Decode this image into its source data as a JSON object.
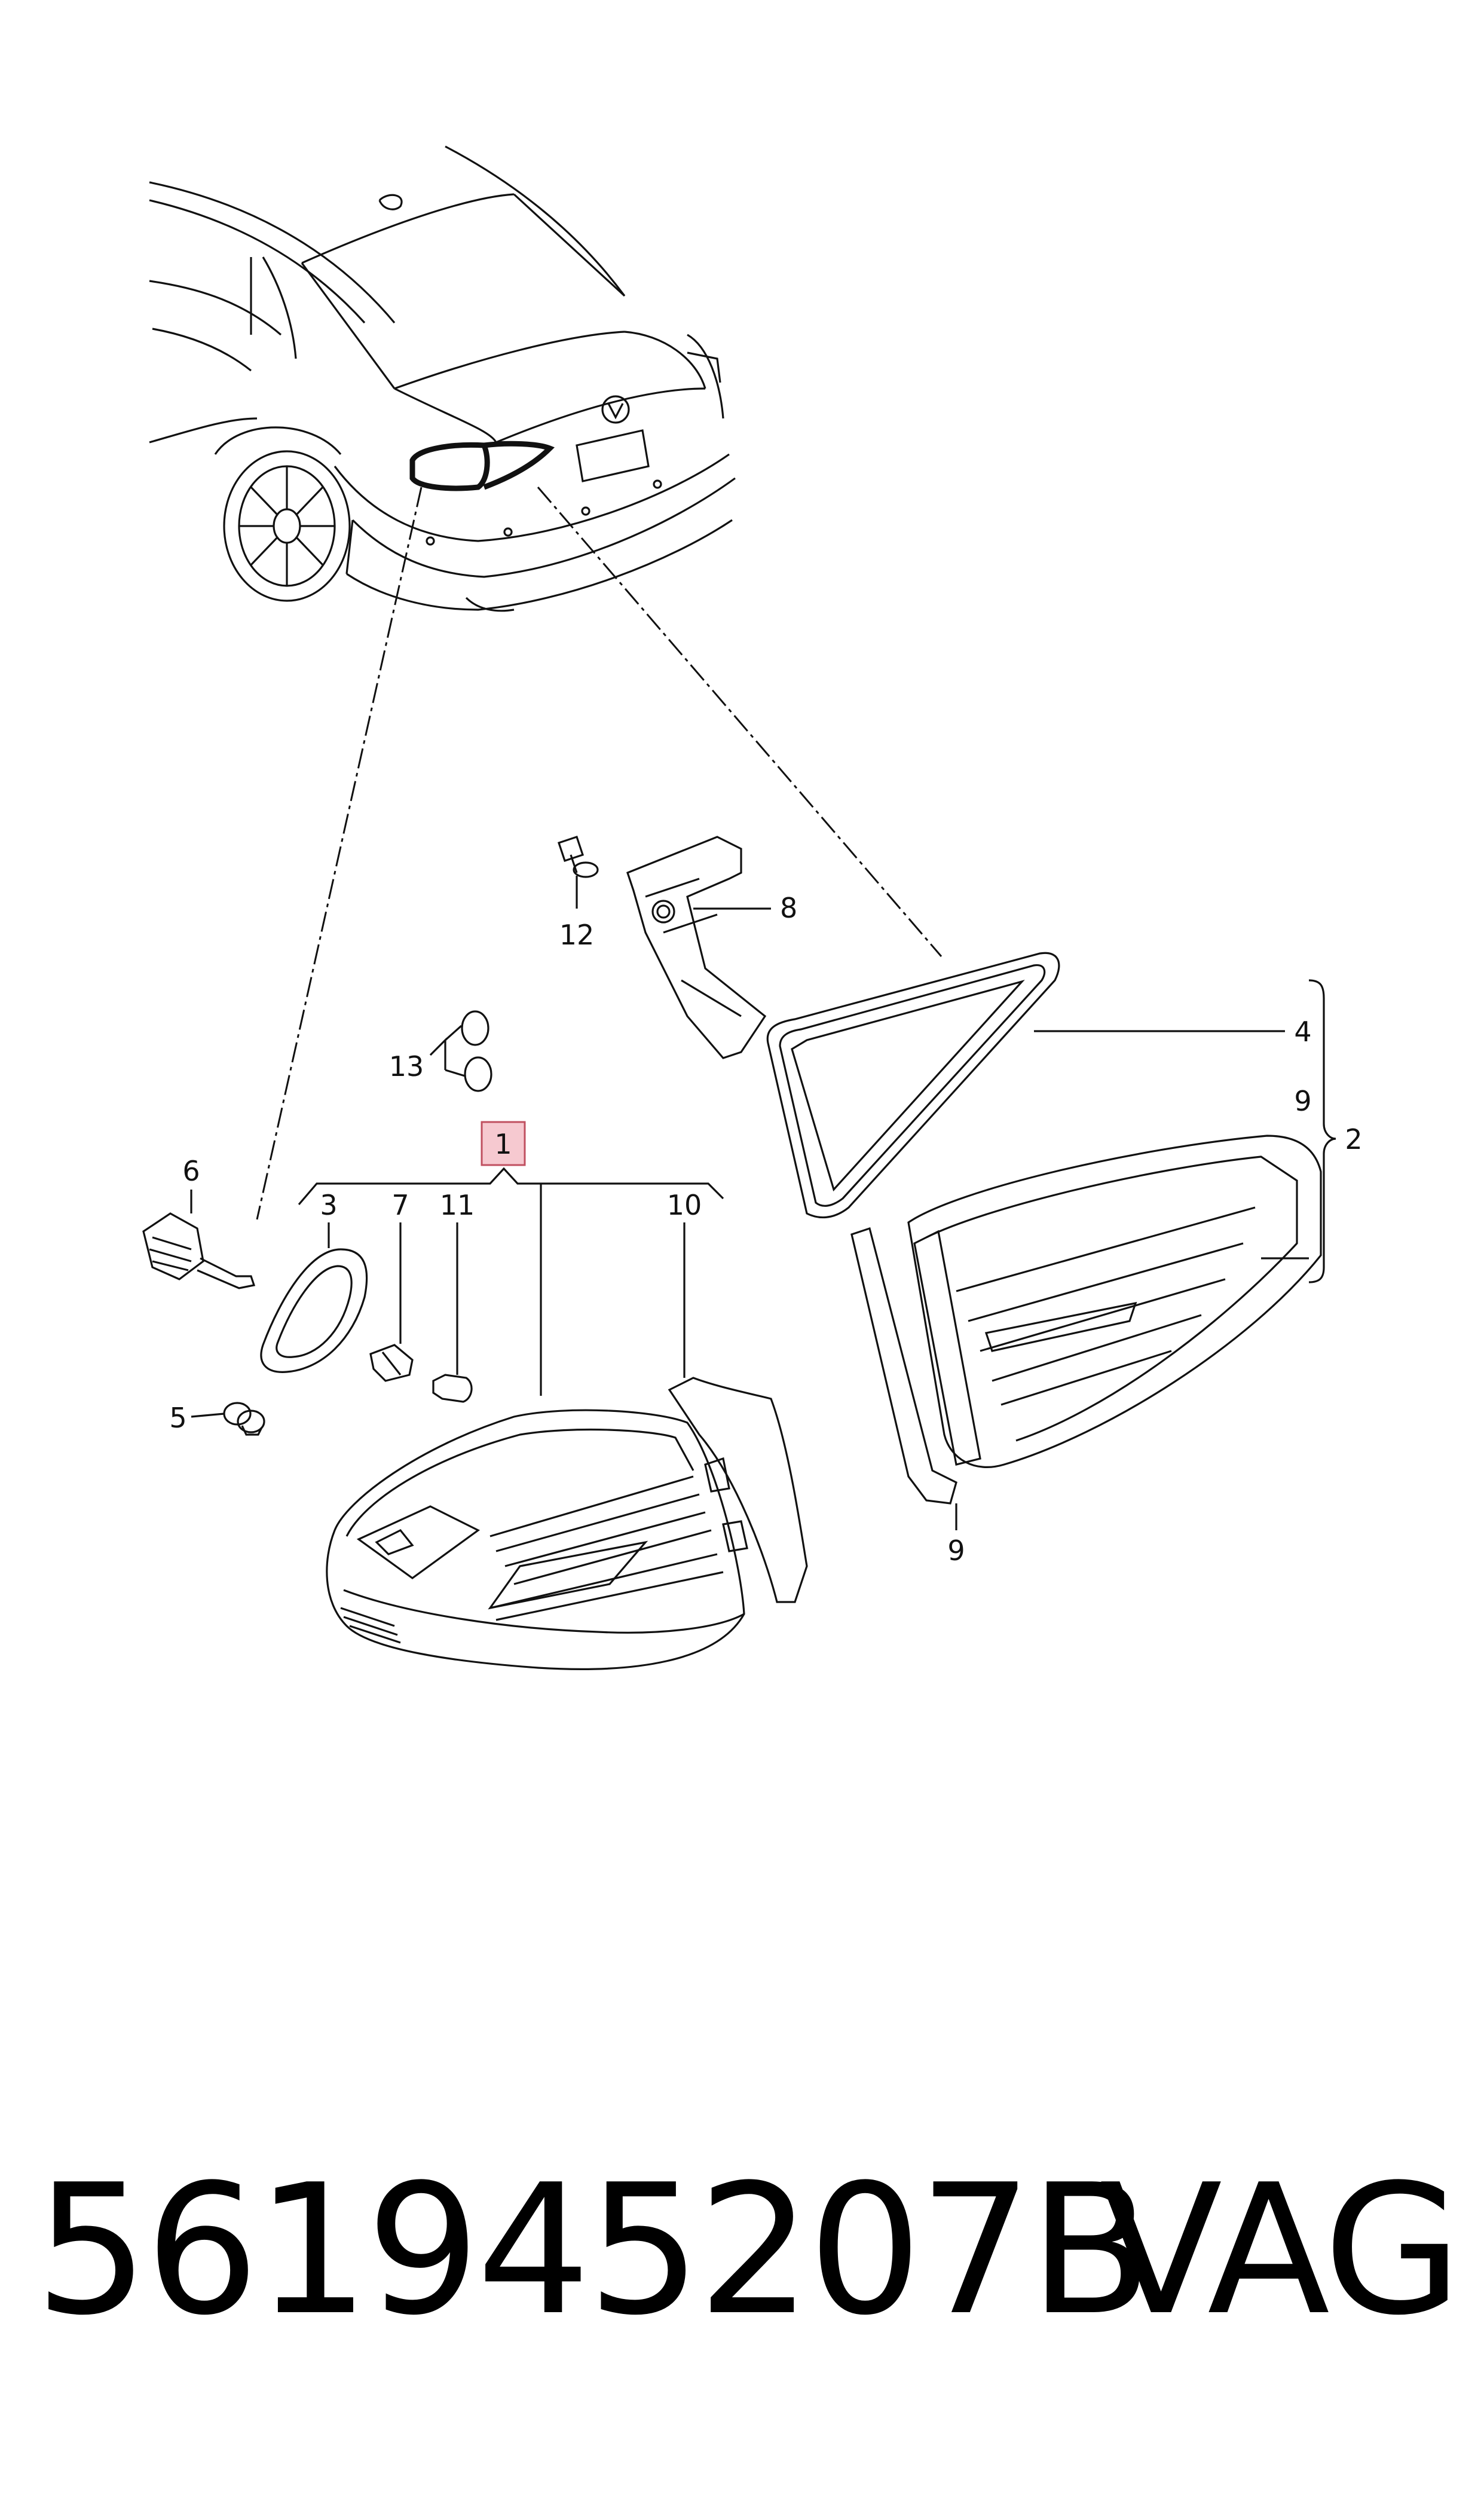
{
  "callouts": {
    "c1": "1",
    "c2": "2",
    "c3": "3",
    "c4": "4",
    "c5": "5",
    "c6": "6",
    "c7": "7",
    "c8": "8",
    "c9a": "9",
    "c9b": "9",
    "c10": "10",
    "c11": "11",
    "c12": "12",
    "c13": "13"
  },
  "highlight_color": "#f6c9d0",
  "footer": {
    "part_number": "561945207B",
    "brand": "VAG"
  }
}
